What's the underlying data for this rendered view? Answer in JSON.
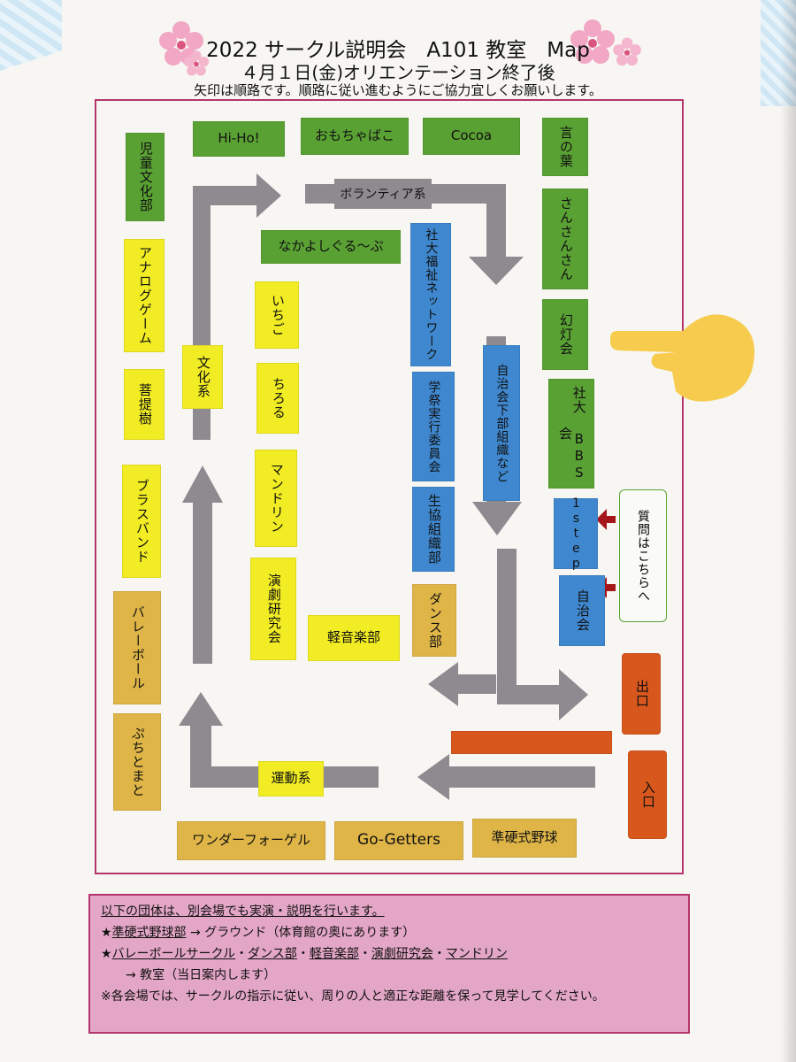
{
  "header": {
    "title": "2022 サークル説明会　A101 教室　Map",
    "subtitle": "４月１日(金)オリエンテーション終了後",
    "instruction": "矢印は順路です。順路に従い進むようにご協力宜しくお願いします。"
  },
  "boxes": {
    "jidou": "児童文化部",
    "hiho": "Hi-Ho!",
    "omocha": "おもちゃばこ",
    "cocoa": "Cocoa",
    "kotonoha": "言の葉",
    "sansan": "さんさんさん",
    "gentou": "幻灯会",
    "bbs": "社大 BBS 会",
    "first": "1step",
    "jichikai": "自治会",
    "analog": "アナログゲーム",
    "bodai": "菩提樹",
    "brass": "ブラスバンド",
    "volley": "バレーボール",
    "puchi": "ぷちとまと",
    "volunteer": "ボランティア系",
    "nakayoshi": "なかよしぐる～ぷ",
    "ichigo": "いちご",
    "chiroru": "ちろる",
    "mandolin": "マンドリン",
    "engeki": "演劇研究会",
    "keion": "軽音楽部",
    "bunka": "文化系",
    "shadai_net": "社大福祉ネットワーク",
    "gakusai": "学祭実行委員会",
    "seikyo": "生協組織部",
    "dance": "ダンス部",
    "jichi_sub": "自治会下部組織など",
    "undou": "運動系",
    "wander": "ワンダーフォーゲル",
    "gogetters": "Go-Getters",
    "junkou": "準硬式野球",
    "exit": "出口",
    "entrance": "入口",
    "question": "質問はこちらへ"
  },
  "note": {
    "line1": "以下の団体は、別会場でも実演・説明を行います。",
    "line2_mark": "★",
    "line2_club": "準硬式野球部",
    "line2_rest": " → グラウンド（体育館の奥にあります）",
    "line3_mark": "★",
    "line3_c1": "バレーボールサークル",
    "line3_sep1": "・",
    "line3_c2": "ダンス部",
    "line3_sep2": "・",
    "line3_c3": "軽音楽部",
    "line3_sep3": "・",
    "line3_c4": "演劇研究会",
    "line3_sep4": "・",
    "line3_c5": "マンドリン",
    "line4": "→ 教室（当日案内します）",
    "line5": "※各会場では、サークルの指示に従い、周りの人と適正な距離を保って見学してください。"
  },
  "colors": {
    "green": "#5aa134",
    "yellow": "#f1ec23",
    "orange": "#dfb548",
    "blue": "#3f88cf",
    "red": "#d7571d",
    "arrow": "#8e8a90",
    "frame": "#b3356c",
    "note_bg": "#e3a6c6",
    "hand": "#f7cb4d"
  }
}
